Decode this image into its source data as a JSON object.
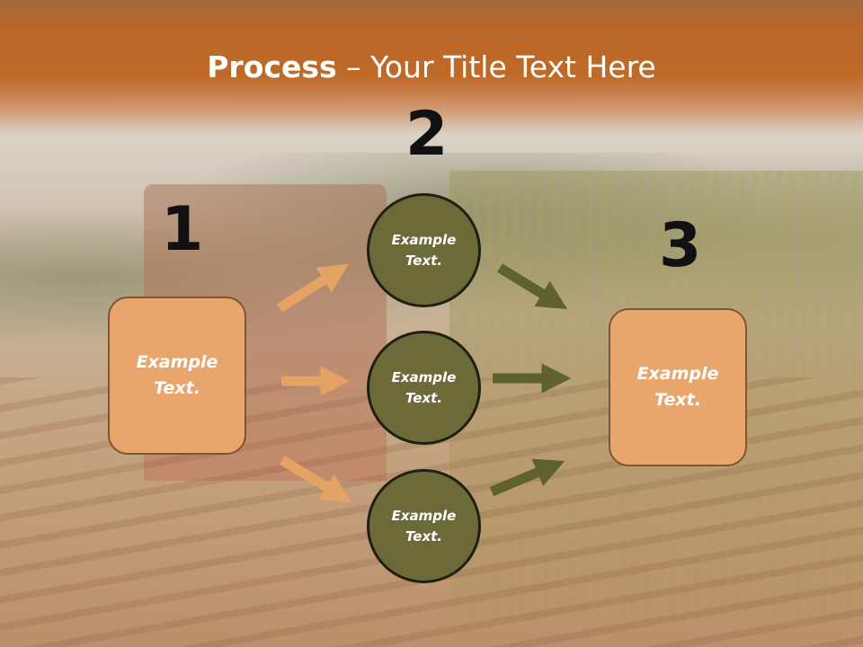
{
  "title": {
    "bold": "Process",
    "rest": " – Your Title Text Here"
  },
  "steps": [
    {
      "number": "1",
      "line1": "Example",
      "line2": "Text."
    },
    {
      "number": "2"
    },
    {
      "number": "3",
      "line1": "Example",
      "line2": "Text."
    }
  ],
  "circles": [
    {
      "line1": "Example",
      "line2": "Text."
    },
    {
      "line1": "Example",
      "line2": "Text."
    },
    {
      "line1": "Example",
      "line2": "Text."
    }
  ],
  "colors": {
    "title_band": "#bf6a28",
    "box_fill": "#e8a56c",
    "circle_fill": "#6b6a38",
    "arrow_orange": "#e4a265",
    "arrow_olive": "#5f6230"
  }
}
